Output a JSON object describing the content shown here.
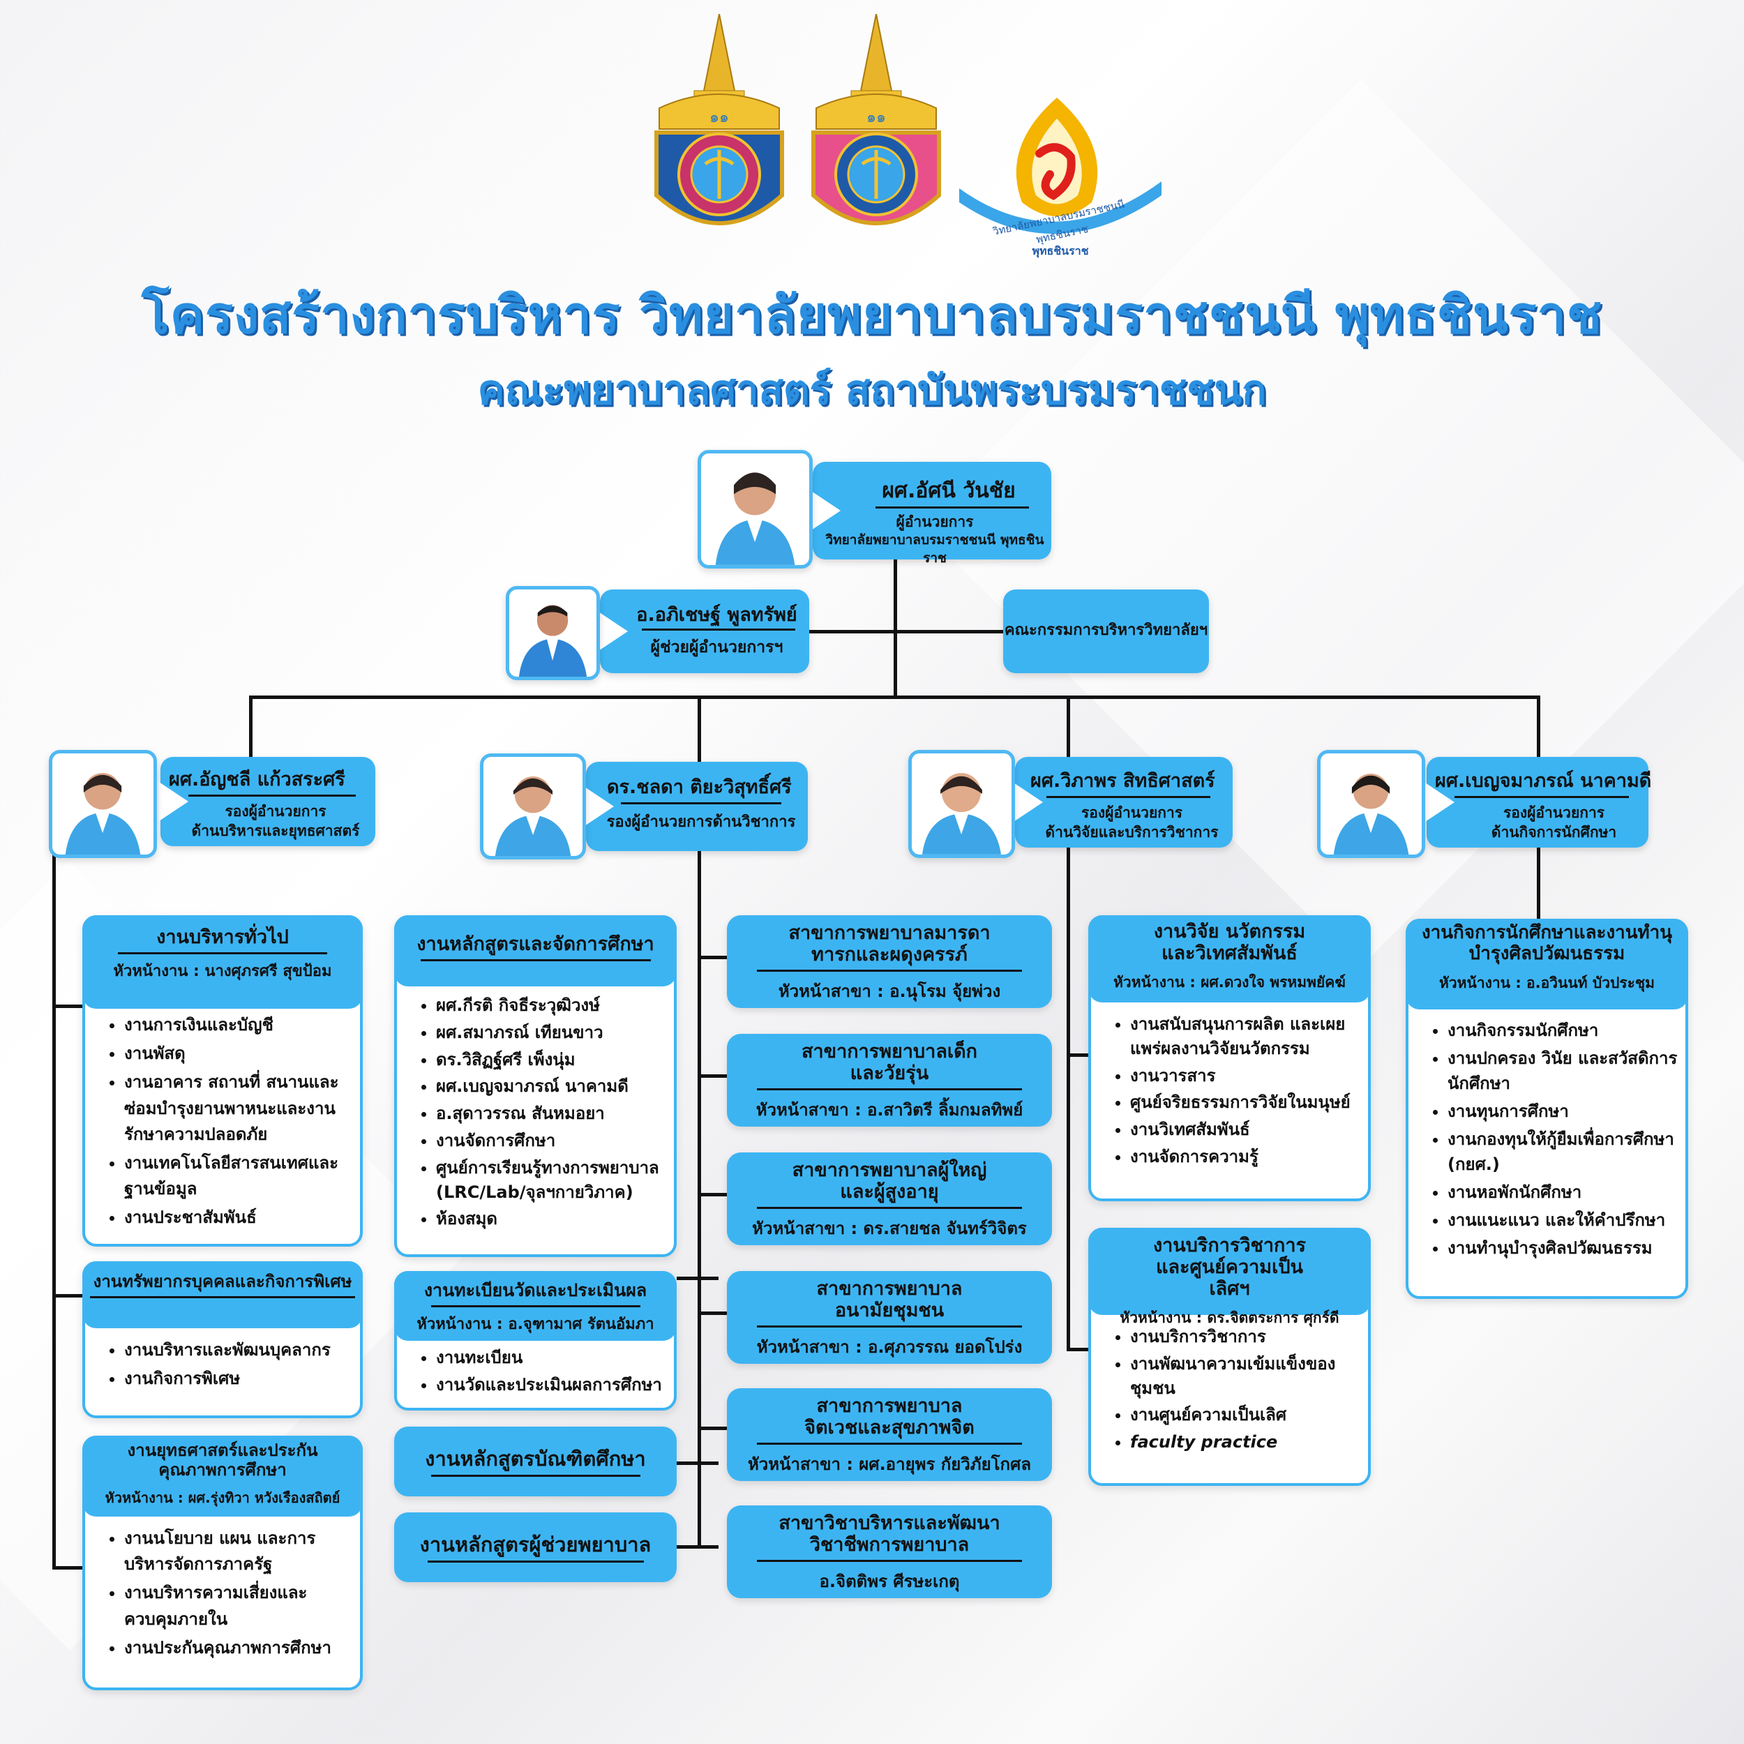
{
  "header": {
    "title": "โครงสร้างการบริหาร วิทยาลัยพยาบาลบรมราชชนนี พุทธชินราช",
    "subtitle": "คณะพยาบาลศาสตร์ สถาบันพระบรมราชชนก",
    "logo_college_text": "วิทยาลัยพยาบาลบรมราชชนนี พุทธชินราช",
    "logo_college_sub": "พุทธชินราช"
  },
  "director": {
    "name": "ผศ.อัศนี วันชัย",
    "role1": "ผู้อำนวยการ",
    "role2": "วิทยาลัยพยาบาลบรมราชชนนี พุทธชินราช"
  },
  "assistant": {
    "name": "อ.อภิเชษฐ์ พูลทรัพย์",
    "role": "ผู้ช่วยผู้อำนวยการฯ"
  },
  "committee": {
    "label": "คณะกรรมการบริหารวิทยาลัยฯ"
  },
  "deputies": [
    {
      "name": "ผศ.อัญชลี แก้วสระศรี",
      "role1": "รองผู้อำนวยการ",
      "role2": "ด้านบริหารและยุทธศาสตร์"
    },
    {
      "name": "ดร.ชลดา ติยะวิสุทธิ์ศรี",
      "role1": "รองผู้อำนวยการด้านวิชาการ",
      "role2": ""
    },
    {
      "name": "ผศ.วิภาพร สิทธิศาสตร์",
      "role1": "รองผู้อำนวยการ",
      "role2": "ด้านวิจัยและบริการวิชาการ"
    },
    {
      "name": "ผศ.เบญจมาภรณ์ นาคามดี",
      "role1": "รองผู้อำนวยการ",
      "role2": "ด้านกิจการนักศึกษา"
    }
  ],
  "col1": [
    {
      "title": "งานบริหารทั่วไป",
      "head": "หัวหน้างาน : นางศุภรศรี สุขป้อม",
      "items": [
        "งานการเงินและบัญชี",
        "งานพัสดุ",
        "งานอาคาร สถานที่ สนานและซ่อมบำรุงยานพาหนะและงานรักษาความปลอดภัย",
        " งานเทคโนโลยีสารสนเทศและฐานข้อมูล",
        "งานประชาสัมพันธ์"
      ]
    },
    {
      "title": "งานทรัพยากรบุคคลและกิจการพิเศษ",
      "items": [
        "งานบริหารและพัฒนบุคลากร",
        "งานกิจการพิเศษ"
      ]
    },
    {
      "title": "งานยุทธศาสตร์และประกันคุณภาพการศึกษา",
      "head": "หัวหน้างาน : ผศ.รุ่งทิวา หวังเรืองสถิตย์",
      "items": [
        "งานนโยบาย แผน และการบริหารจัดการภาครัฐ",
        "งานบริหารความเสี่ยงและควบคุมภายใน",
        "งานประกันคุณภาพการศึกษา"
      ]
    }
  ],
  "col2": [
    {
      "title": "งานหลักสูตรและจัดการศึกษา",
      "items": [
        "ผศ.กีรติ กิจธีระวุฒิวงษ์",
        "ผศ.สมาภรณ์ เทียนขาว",
        "ดร.วิสิฏฐ์ศรี เพ็งนุ่ม",
        "ผศ.เบญจมาภรณ์ นาคามดี",
        "อ.สุดาวรรณ สันหมอยา",
        "งานจัดการศึกษา",
        "ศูนย์การเรียนรู้ทางการพยาบาล (LRC/Lab/จุลฯกายวิภาค)",
        "ห้องสมุด"
      ]
    },
    {
      "title": "งานทะเบียนวัดและประเมินผล",
      "head": "หัวหน้างาน : อ.จุฑามาศ รัตนอัมภา",
      "items": [
        "งานทะเบียน",
        "งานวัดและประเมินผลการศึกษา"
      ]
    },
    {
      "title": "งานหลักสูตรบัณฑิตศึกษา"
    },
    {
      "title": "งานหลักสูตรผู้ช่วยพยาบาล"
    }
  ],
  "col3": [
    {
      "title": "สาขาการพยาบาลมารดา ทารกและผดุงครรภ์",
      "head": "หัวหน้าสาขา : อ.นุโรม จุ้ยพ่วง"
    },
    {
      "title": "สาขาการพยาบาลเด็กและวัยรุ่น",
      "head": "หัวหน้าสาขา : อ.สาวิตรี ลิ้มกมลทิพย์"
    },
    {
      "title": "สาขาการพยาบาลผู้ใหญ่และผู้สูงอายุ",
      "head": "หัวหน้าสาขา : ดร.สายชล จันทร์วิจิตร"
    },
    {
      "title": "สาขาการพยาบาลอนามัยชุมชน",
      "head": "หัวหน้าสาขา : อ.ศุภวรรณ ยอดโปร่ง"
    },
    {
      "title": "สาขาการพยาบาลจิตเวชและสุขภาพจิต",
      "head": "หัวหน้าสาขา : ผศ.อายุพร กัยวิภัยโกศล"
    },
    {
      "title": "สาขาวิชาบริหารและพัฒนาวิชาชีพการพยาบาล",
      "head": "อ.จิตติพร ศีรษะเกตุ"
    }
  ],
  "col4": [
    {
      "title": "งานวิจัย นวัตกรรมและวิเทศสัมพันธ์",
      "head": "หัวหน้างาน : ผศ.ดวงใจ พรหมพยัคฆ์",
      "items": [
        "งานสนับสนุนการผลิต และเผยแพร่ผลงานวิจัยนวัตกรรม",
        "งานวารสาร",
        "ศูนย์จริยธรรมการวิจัยในมนุษย์",
        "งานวิเทศสัมพันธ์",
        "งานจัดการความรู้"
      ]
    },
    {
      "title": "งานบริการวิชาการและศูนย์ความเป็นเลิศฯ",
      "head": "หัวหน้างาน : ดร.จิตตระการ ศุกร์ดี",
      "items": [
        "งานบริการวิชาการ",
        "งานพัฒนาความเข้มแข็งของชุมชน",
        "งานศูนย์ความเป็นเลิศ",
        "faculty practice"
      ]
    }
  ],
  "col5": [
    {
      "title": "งานกิจการนักศึกษาและงานทำนุบำรุงศิลปวัฒนธรรม",
      "head": "หัวหน้างาน : อ.อวินนท์ บัวประชุม",
      "items": [
        "งานกิจกรรมนักศึกษา",
        "งานปกครอง วินัย และสวัสดิการนักศึกษา",
        "งานทุนการศึกษา",
        "งานกองทุนให้กู้ยืมเพื่อการศึกษา (กยศ.)",
        "งานหอพักนักศึกษา",
        "งานแนะแนว และให้คำปรึกษา",
        "งานทำนุบำรุงศิลปวัฒนธรรม"
      ]
    }
  ],
  "colors": {
    "accent": "#3db4f2",
    "title": "#2a8fe0",
    "line": "#111111"
  }
}
